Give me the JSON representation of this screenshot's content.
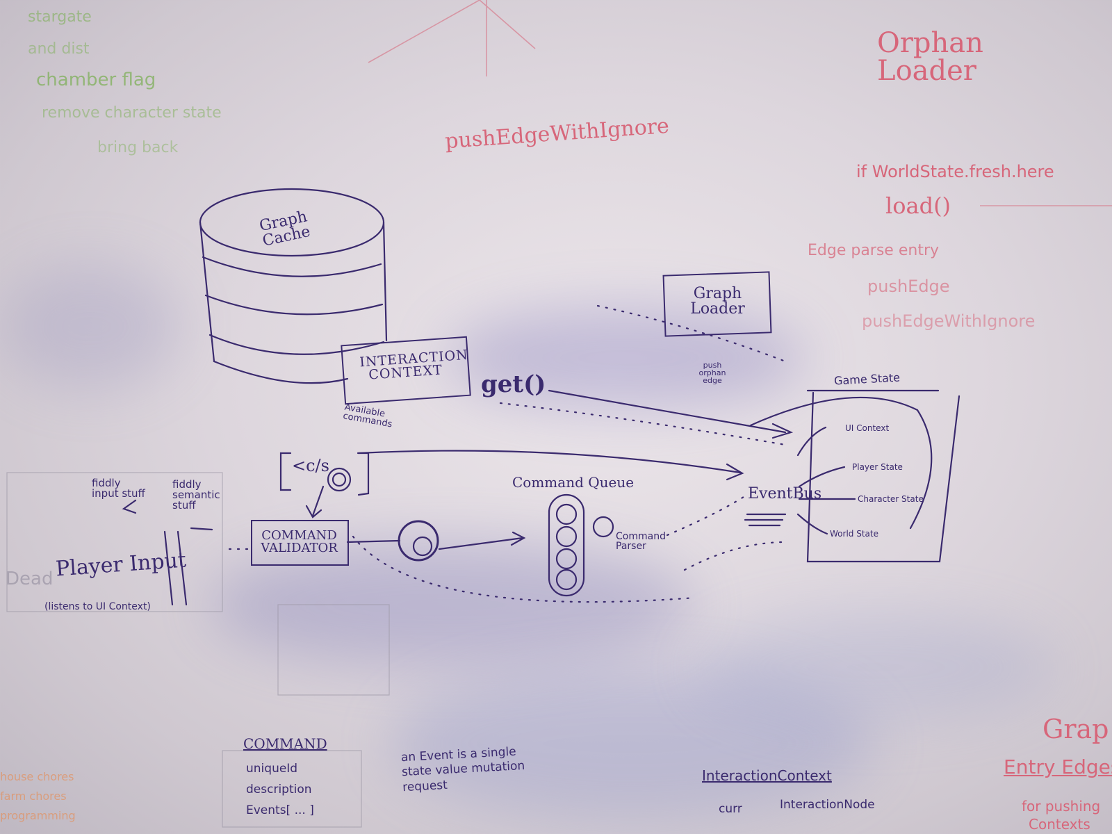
{
  "diagram": {
    "graph_cache_label": "Graph Cache",
    "interaction_context_box": "INTERACTION CONTEXT",
    "available_commands_label": "Available commands",
    "get_call": "get()",
    "cmd_bracket_label": "<c/s",
    "graph_loader_box": "Graph Loader",
    "push_orphan_edge_label": "push orphan edge",
    "game_state_title": "Game State",
    "game_state_items": [
      "UI Context",
      "Player State",
      "Character State",
      "World State"
    ],
    "event_bus_label": "EventBus",
    "command_queue_label": "Command Queue",
    "command_parser_label": "Command Parser",
    "command_validator_box": "COMMAND VALIDATOR",
    "player_input_label": "Player Input",
    "player_input_note": "(listens to UI Context)",
    "fiddly_input_stuff": "fiddly input stuff",
    "fiddly_semantic_stuff": "fiddly semantic stuff"
  },
  "notes_red": {
    "orphan_loader": "Orphan Loader",
    "push_edge_with_ignore": "pushEdgeWithIgnore",
    "world_state_check": "if WorldState.fresh.here",
    "load_call": "load()",
    "edge_parse": "Edge parse entry",
    "push_edge": "pushEdge",
    "push_edge_ignore_2": "pushEdgeWithIgnore",
    "grap_fragment": "Grap",
    "entry_edges": "Entry Edges",
    "for_pushing": "for pushing",
    "contexts": "Contexts"
  },
  "notes_bottom": {
    "command_heading": "COMMAND",
    "command_fields": [
      "uniqueId",
      "description",
      "Events[ ... ]"
    ],
    "event_note": "an Event is a single state value mutation request",
    "ic_heading": "InteractionContext",
    "ic_fields": [
      "curr",
      "InteractionNode"
    ]
  },
  "notes_faint": {
    "green_lines": [
      "stargate",
      "and dist",
      "chamber flag",
      "remove character state",
      "bring back"
    ],
    "chores": [
      "house chores",
      "farm chores",
      "programming"
    ],
    "dead": "Dead"
  },
  "colors": {
    "purple_marker": "#3a2a6e",
    "red_marker": "#d7667a",
    "green_marker": "#7fb05a"
  }
}
